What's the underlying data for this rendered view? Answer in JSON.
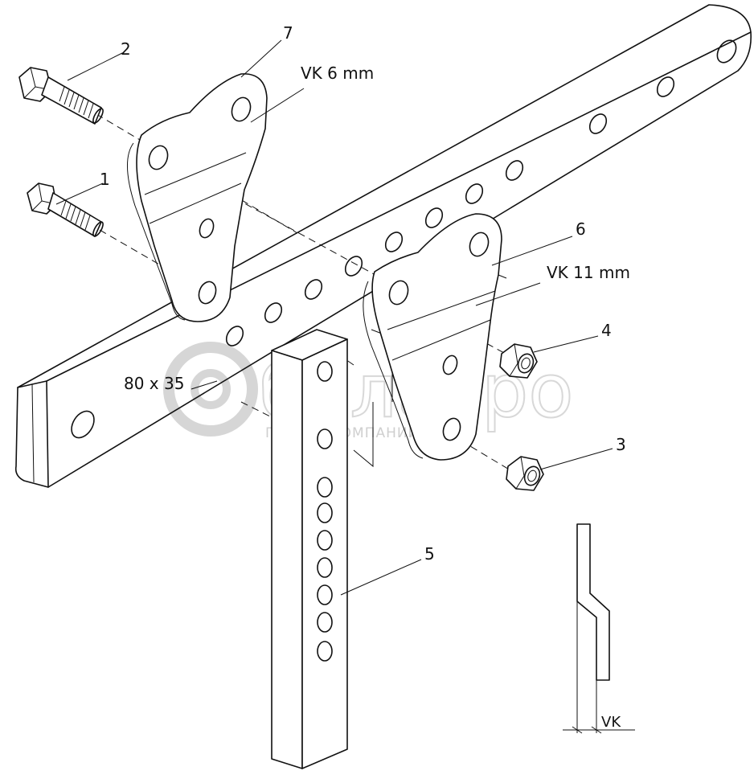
{
  "callouts": {
    "c1": "1",
    "c2": "2",
    "c3": "3",
    "c4": "4",
    "c5": "5",
    "c6": "6",
    "c7": "7"
  },
  "dimensions": {
    "vk6": "VK 6 mm",
    "vk11": "VK 11 mm",
    "section": "80 x 35",
    "vk": "VK"
  },
  "watermark": {
    "brand": "белагро",
    "subtitle": "ГРУППА КОМПАНИЙ"
  }
}
